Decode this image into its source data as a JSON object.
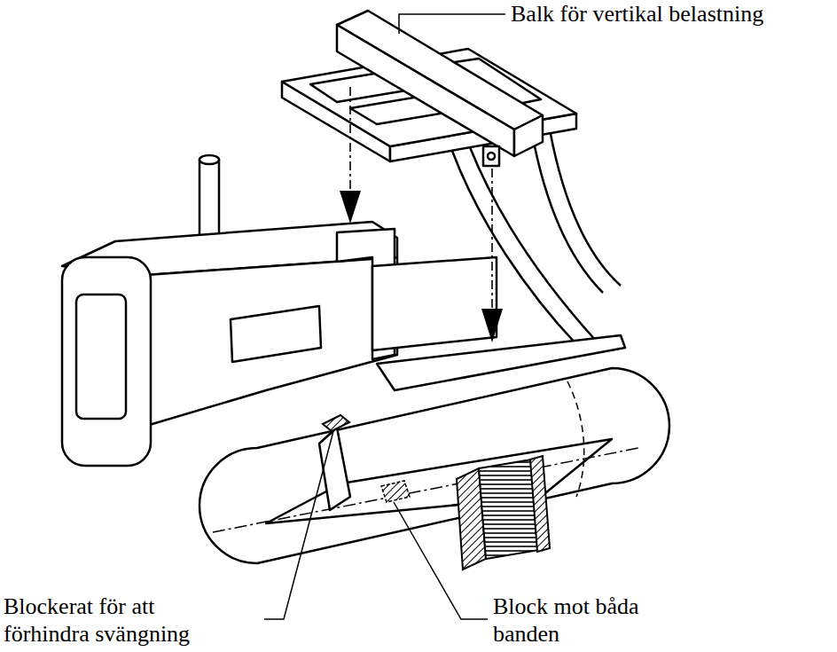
{
  "diagram": {
    "labels": [
      "Balk för vertikal belastning",
      "Blockerat för att förhindra svängning",
      "Block mot båda banden"
    ]
  }
}
